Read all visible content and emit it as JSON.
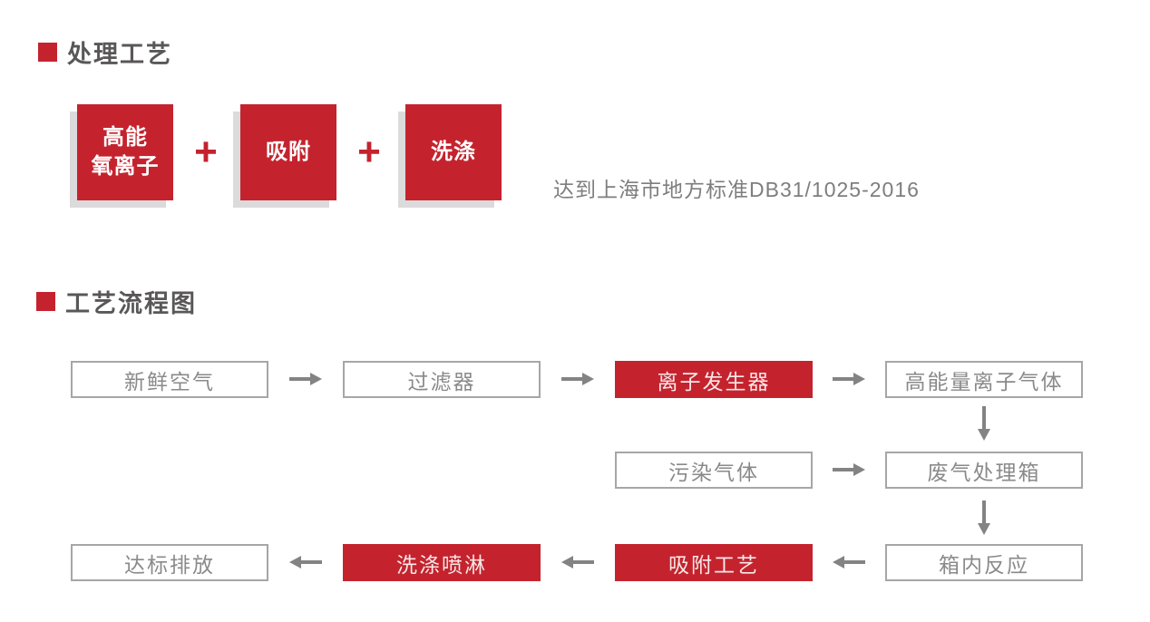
{
  "colors": {
    "accent_red": "#C4232E",
    "heading_text": "#595757",
    "body_gray": "#7E7E7E"
  },
  "section1": {
    "title": "处理工艺",
    "plus": "+",
    "boxes": [
      {
        "name": "high-energy-oxygen-ion",
        "lines": [
          "高能",
          "氧离子"
        ]
      },
      {
        "name": "adsorption",
        "lines": [
          "吸附"
        ]
      },
      {
        "name": "washing",
        "lines": [
          "洗涤"
        ]
      }
    ],
    "standard_note": "达到上海市地方标准DB31/1025-2016"
  },
  "section2": {
    "title": "工艺流程图",
    "nodes": {
      "fresh_air": "新鲜空气",
      "filter": "过滤器",
      "ion_generator": "离子发生器",
      "high_energy_ion_gas": "高能量离子气体",
      "polluted_gas": "污染气体",
      "waste_gas_treatment_box": "废气处理箱",
      "compliant_discharge": "达标排放",
      "washing_spray": "洗涤喷淋",
      "adsorption_process": "吸附工艺",
      "in_box_reaction": "箱内反应"
    }
  }
}
